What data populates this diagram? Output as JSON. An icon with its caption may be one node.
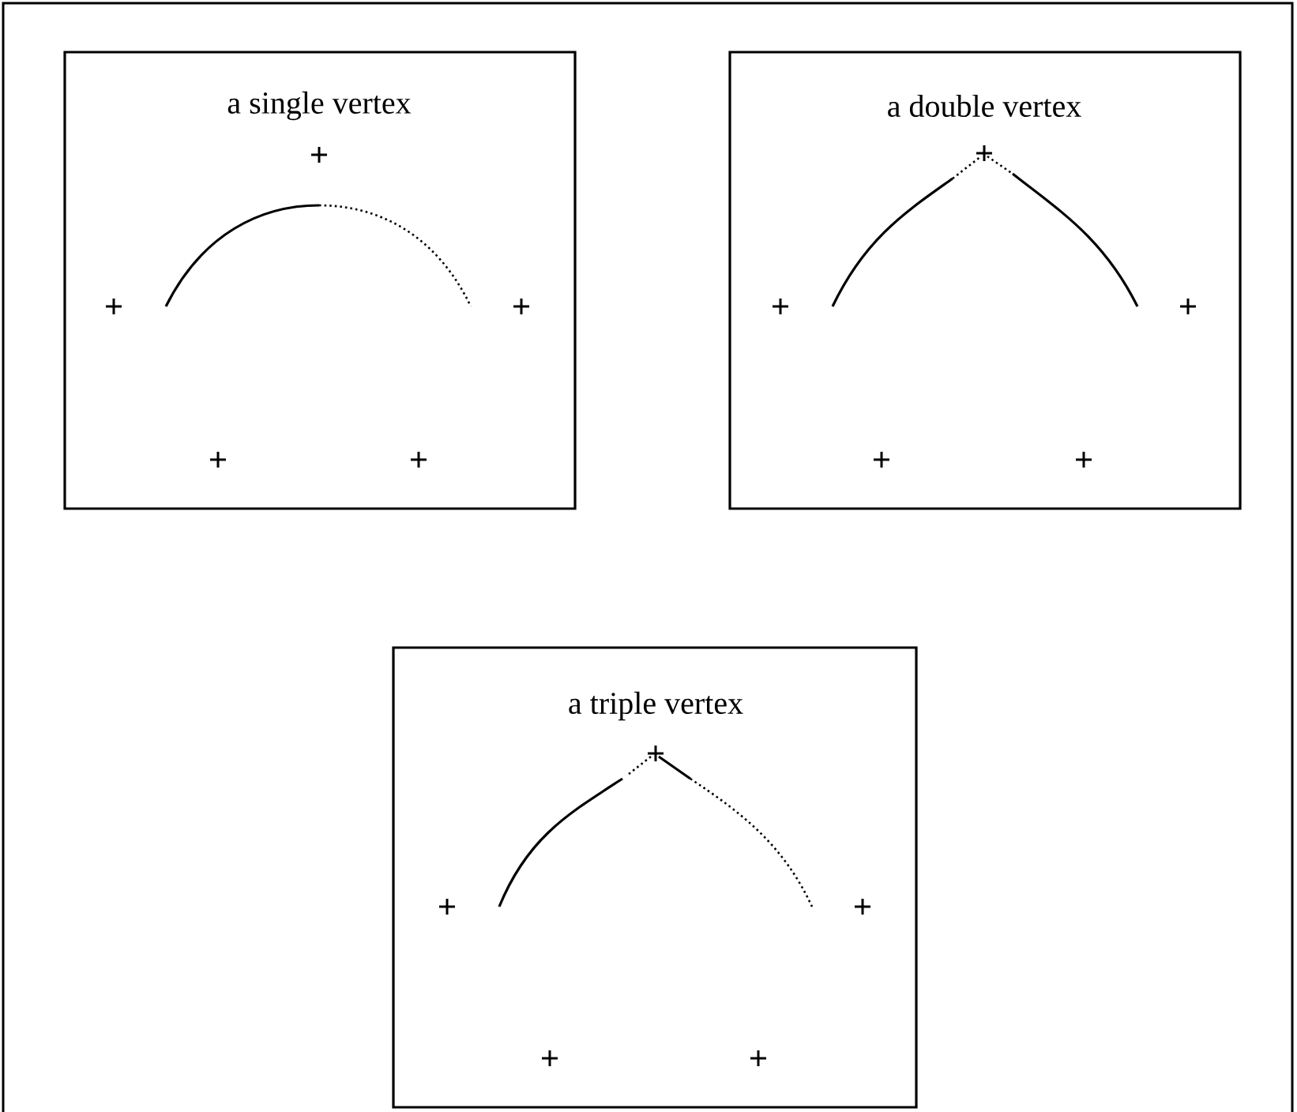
{
  "diagram": {
    "nodes": [
      {
        "text": [
          "a single vertex"
        ]
      },
      {
        "text": [
          "a double vertex"
        ]
      },
      {
        "text": [
          "a triple vertex"
        ]
      }
    ]
  }
}
